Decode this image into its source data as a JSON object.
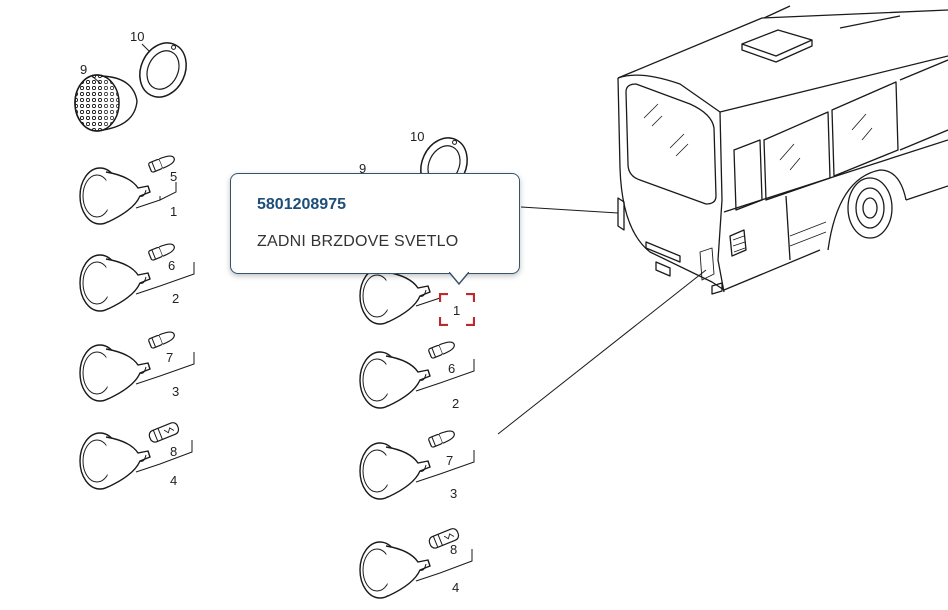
{
  "tooltip": {
    "part_number": "5801208975",
    "description": "ZADNI BRZDOVE SVETLO"
  },
  "left_column": {
    "reflector_label": "9",
    "ring_label": "10",
    "lamps": [
      {
        "housing": "1",
        "bulb": "5"
      },
      {
        "housing": "2",
        "bulb": "6"
      },
      {
        "housing": "3",
        "bulb": "7"
      },
      {
        "housing": "4",
        "bulb": "8"
      }
    ]
  },
  "right_column": {
    "reflector_label": "9",
    "ring_label": "10",
    "lamps": [
      {
        "housing": "1",
        "bulb": ""
      },
      {
        "housing": "2",
        "bulb": "6"
      },
      {
        "housing": "3",
        "bulb": "7"
      },
      {
        "housing": "4",
        "bulb": "8"
      }
    ]
  },
  "colors": {
    "line": "#1a1a1a",
    "tooltip_border": "#36536b",
    "part_number": "#1d4e78",
    "selection": "#c0282d"
  }
}
